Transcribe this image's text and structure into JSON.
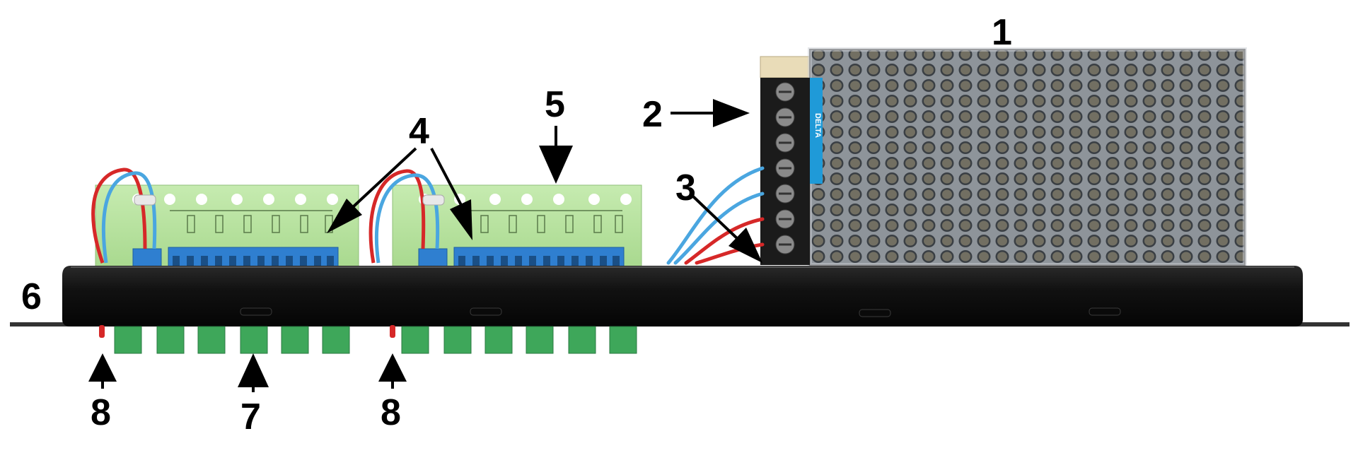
{
  "callouts": {
    "n1": "1",
    "n2": "2",
    "n3": "3",
    "n4": "4",
    "n5": "5",
    "n6": "6",
    "n7": "7",
    "n8_left": "8",
    "n8_right": "8"
  },
  "psu": {
    "brand": "DELTA"
  },
  "colors": {
    "board": "#b7e3a0",
    "terminal": "#2f7fd0",
    "chassis": "#121212",
    "psu_metal": "#9aa1a8",
    "wire_red": "#d62828",
    "wire_blue": "#4aa6e0",
    "led_green": "#3ea75a",
    "label_blue": "#1f9ad8"
  }
}
